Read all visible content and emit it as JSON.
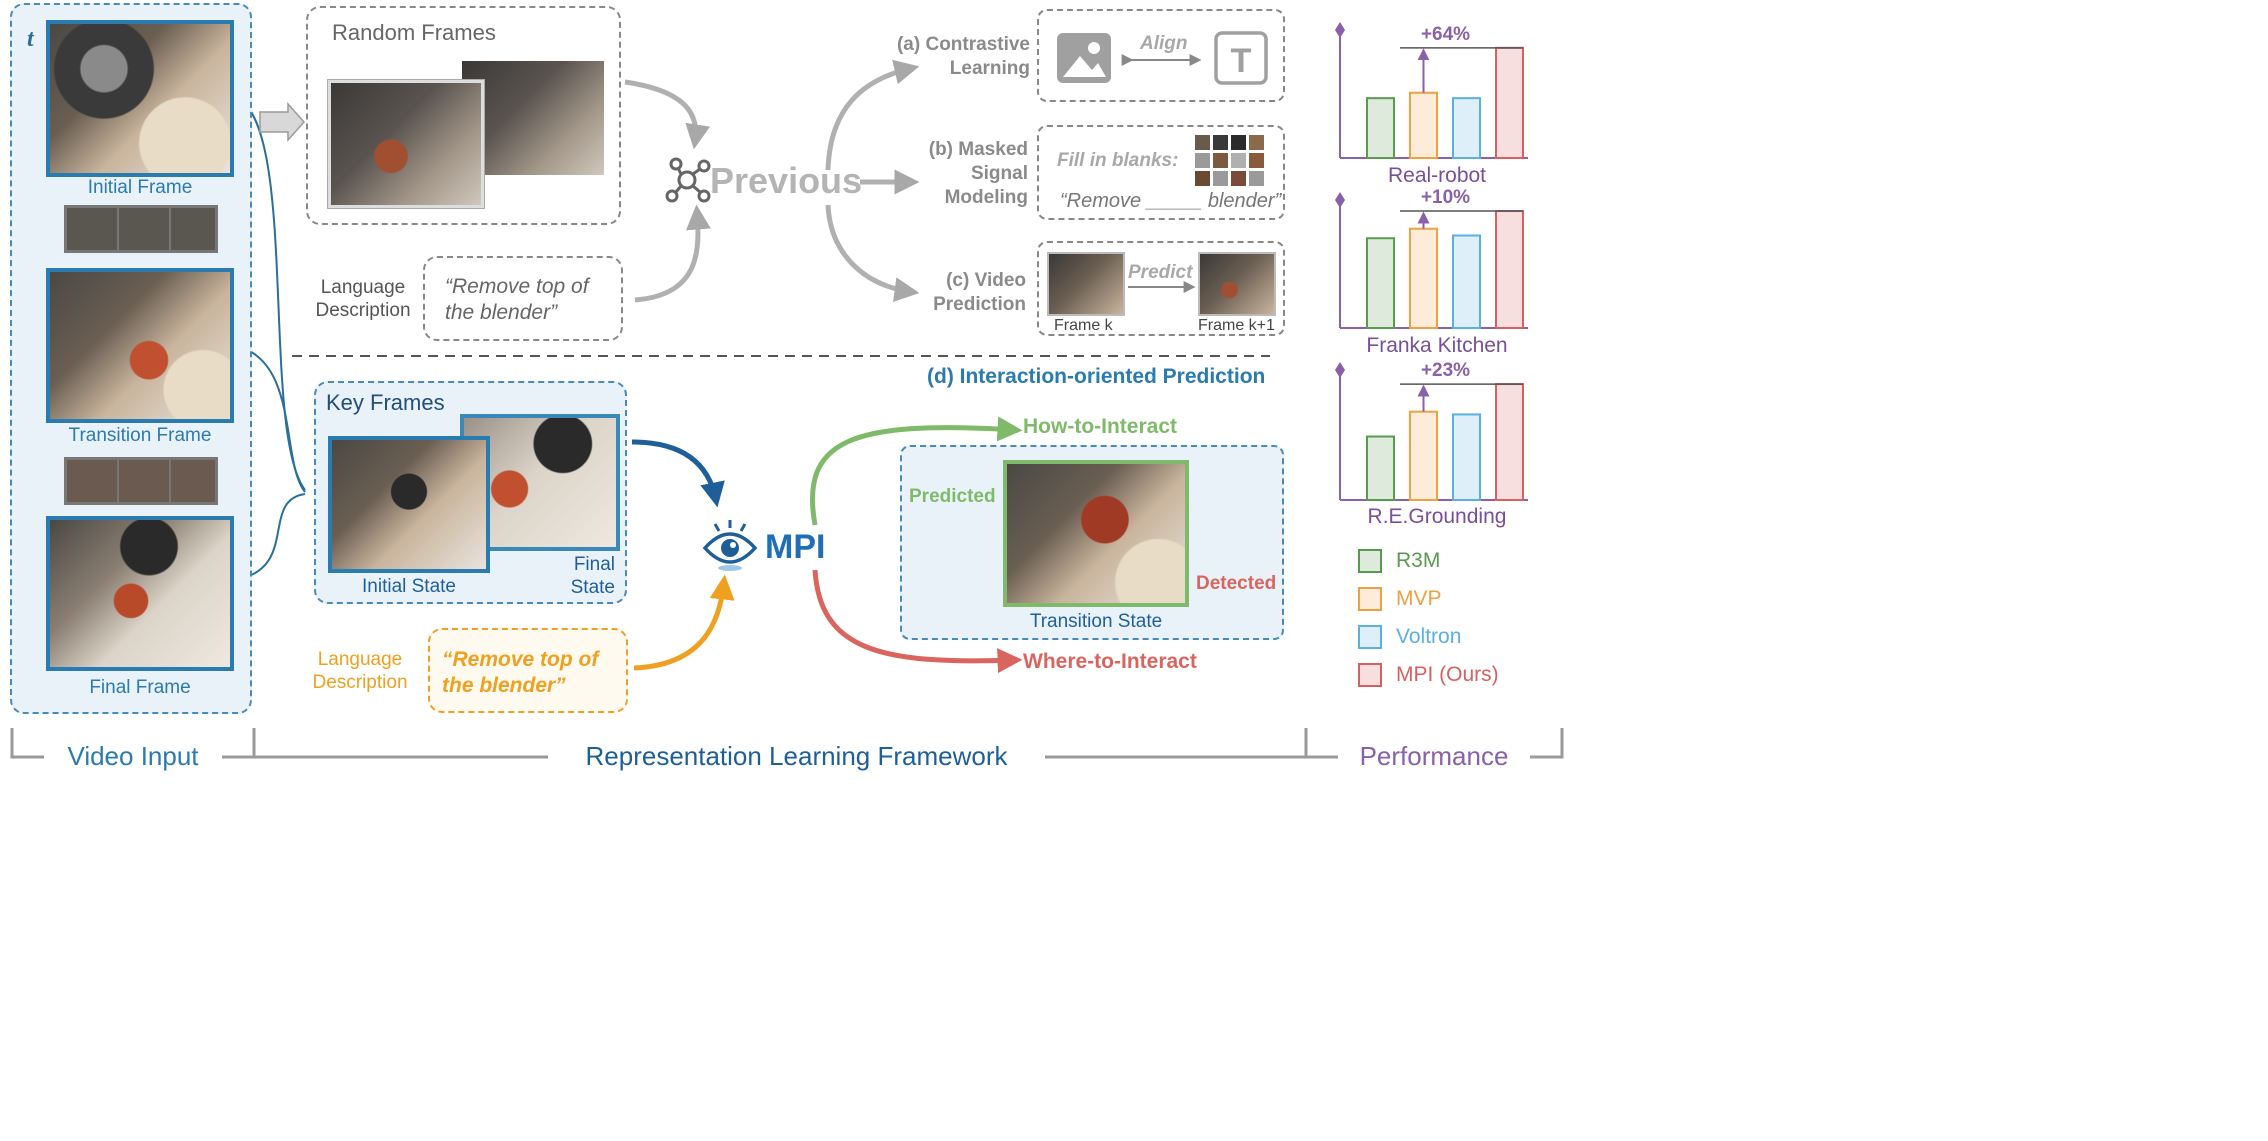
{
  "video_input": {
    "time_label": "t",
    "initial_frame": "Initial Frame",
    "transition_frame": "Transition Frame",
    "final_frame": "Final Frame"
  },
  "previous": {
    "random_frames_title": "Random Frames",
    "language_label": "Language\nDescription",
    "language_text": "“Remove top of\nthe blender”",
    "hub_label": "Previous",
    "a_label": "(a) Contrastive\nLearning",
    "align": "Align",
    "b_label": "(b) Masked\nSignal\nModeling",
    "fill_in": "Fill in blanks:",
    "fill_sentence": "“Remove _____ blender”",
    "c_label": "(c) Video\nPrediction",
    "predict": "Predict",
    "frame_k": "Frame k",
    "frame_k1": "Frame k+1"
  },
  "mpi": {
    "section_title": "(d) Interaction-oriented Prediction",
    "key_frames": "Key Frames",
    "initial_state": "Initial State",
    "final_state": "Final\nState",
    "language_label": "Language\nDescription",
    "language_text": "“Remove top of\nthe blender”",
    "hub_label": "MPI",
    "how": "How-to-Interact",
    "where": "Where-to-Interact",
    "predicted": "Predicted",
    "detected": "Detected",
    "transition_state": "Transition State"
  },
  "bottom_labels": {
    "video_input": "Video Input",
    "framework": "Representation Learning Framework",
    "performance": "Performance"
  },
  "colors": {
    "blue": "#2a7bb0",
    "grey": "#a8a8a8",
    "green": "#7fba6a",
    "red": "#d9655e",
    "orange": "#f0a020",
    "purple": "#8a60a8",
    "r3m": "#5a9a50",
    "mvp": "#f0a040",
    "voltron": "#5ab0e0",
    "mpi": "#d86060"
  },
  "chart_data": [
    {
      "type": "bar",
      "categories": [
        "R3M",
        "MVP",
        "Voltron",
        "MPI (Ours)"
      ],
      "values": [
        0.44,
        0.48,
        0.44,
        0.81
      ],
      "title": "Real-robot",
      "annotation": "+64%",
      "ylim": [
        0,
        1
      ]
    },
    {
      "type": "bar",
      "categories": [
        "R3M",
        "MVP",
        "Voltron",
        "MPI (Ours)"
      ],
      "values": [
        0.66,
        0.73,
        0.68,
        0.86
      ],
      "title": "Franka Kitchen",
      "annotation": "+10%",
      "ylim": [
        0,
        1
      ]
    },
    {
      "type": "bar",
      "categories": [
        "R3M",
        "MVP",
        "Voltron",
        "MPI (Ours)"
      ],
      "values": [
        0.46,
        0.64,
        0.62,
        0.84
      ],
      "title": "R.E.Grounding",
      "annotation": "+23%",
      "ylim": [
        0,
        1
      ]
    }
  ],
  "legend": [
    {
      "name": "R3M",
      "color": "#5a9a50"
    },
    {
      "name": "MVP",
      "color": "#f0a040"
    },
    {
      "name": "Voltron",
      "color": "#5ab0e0"
    },
    {
      "name": "MPI (Ours)",
      "color": "#d86060"
    }
  ]
}
